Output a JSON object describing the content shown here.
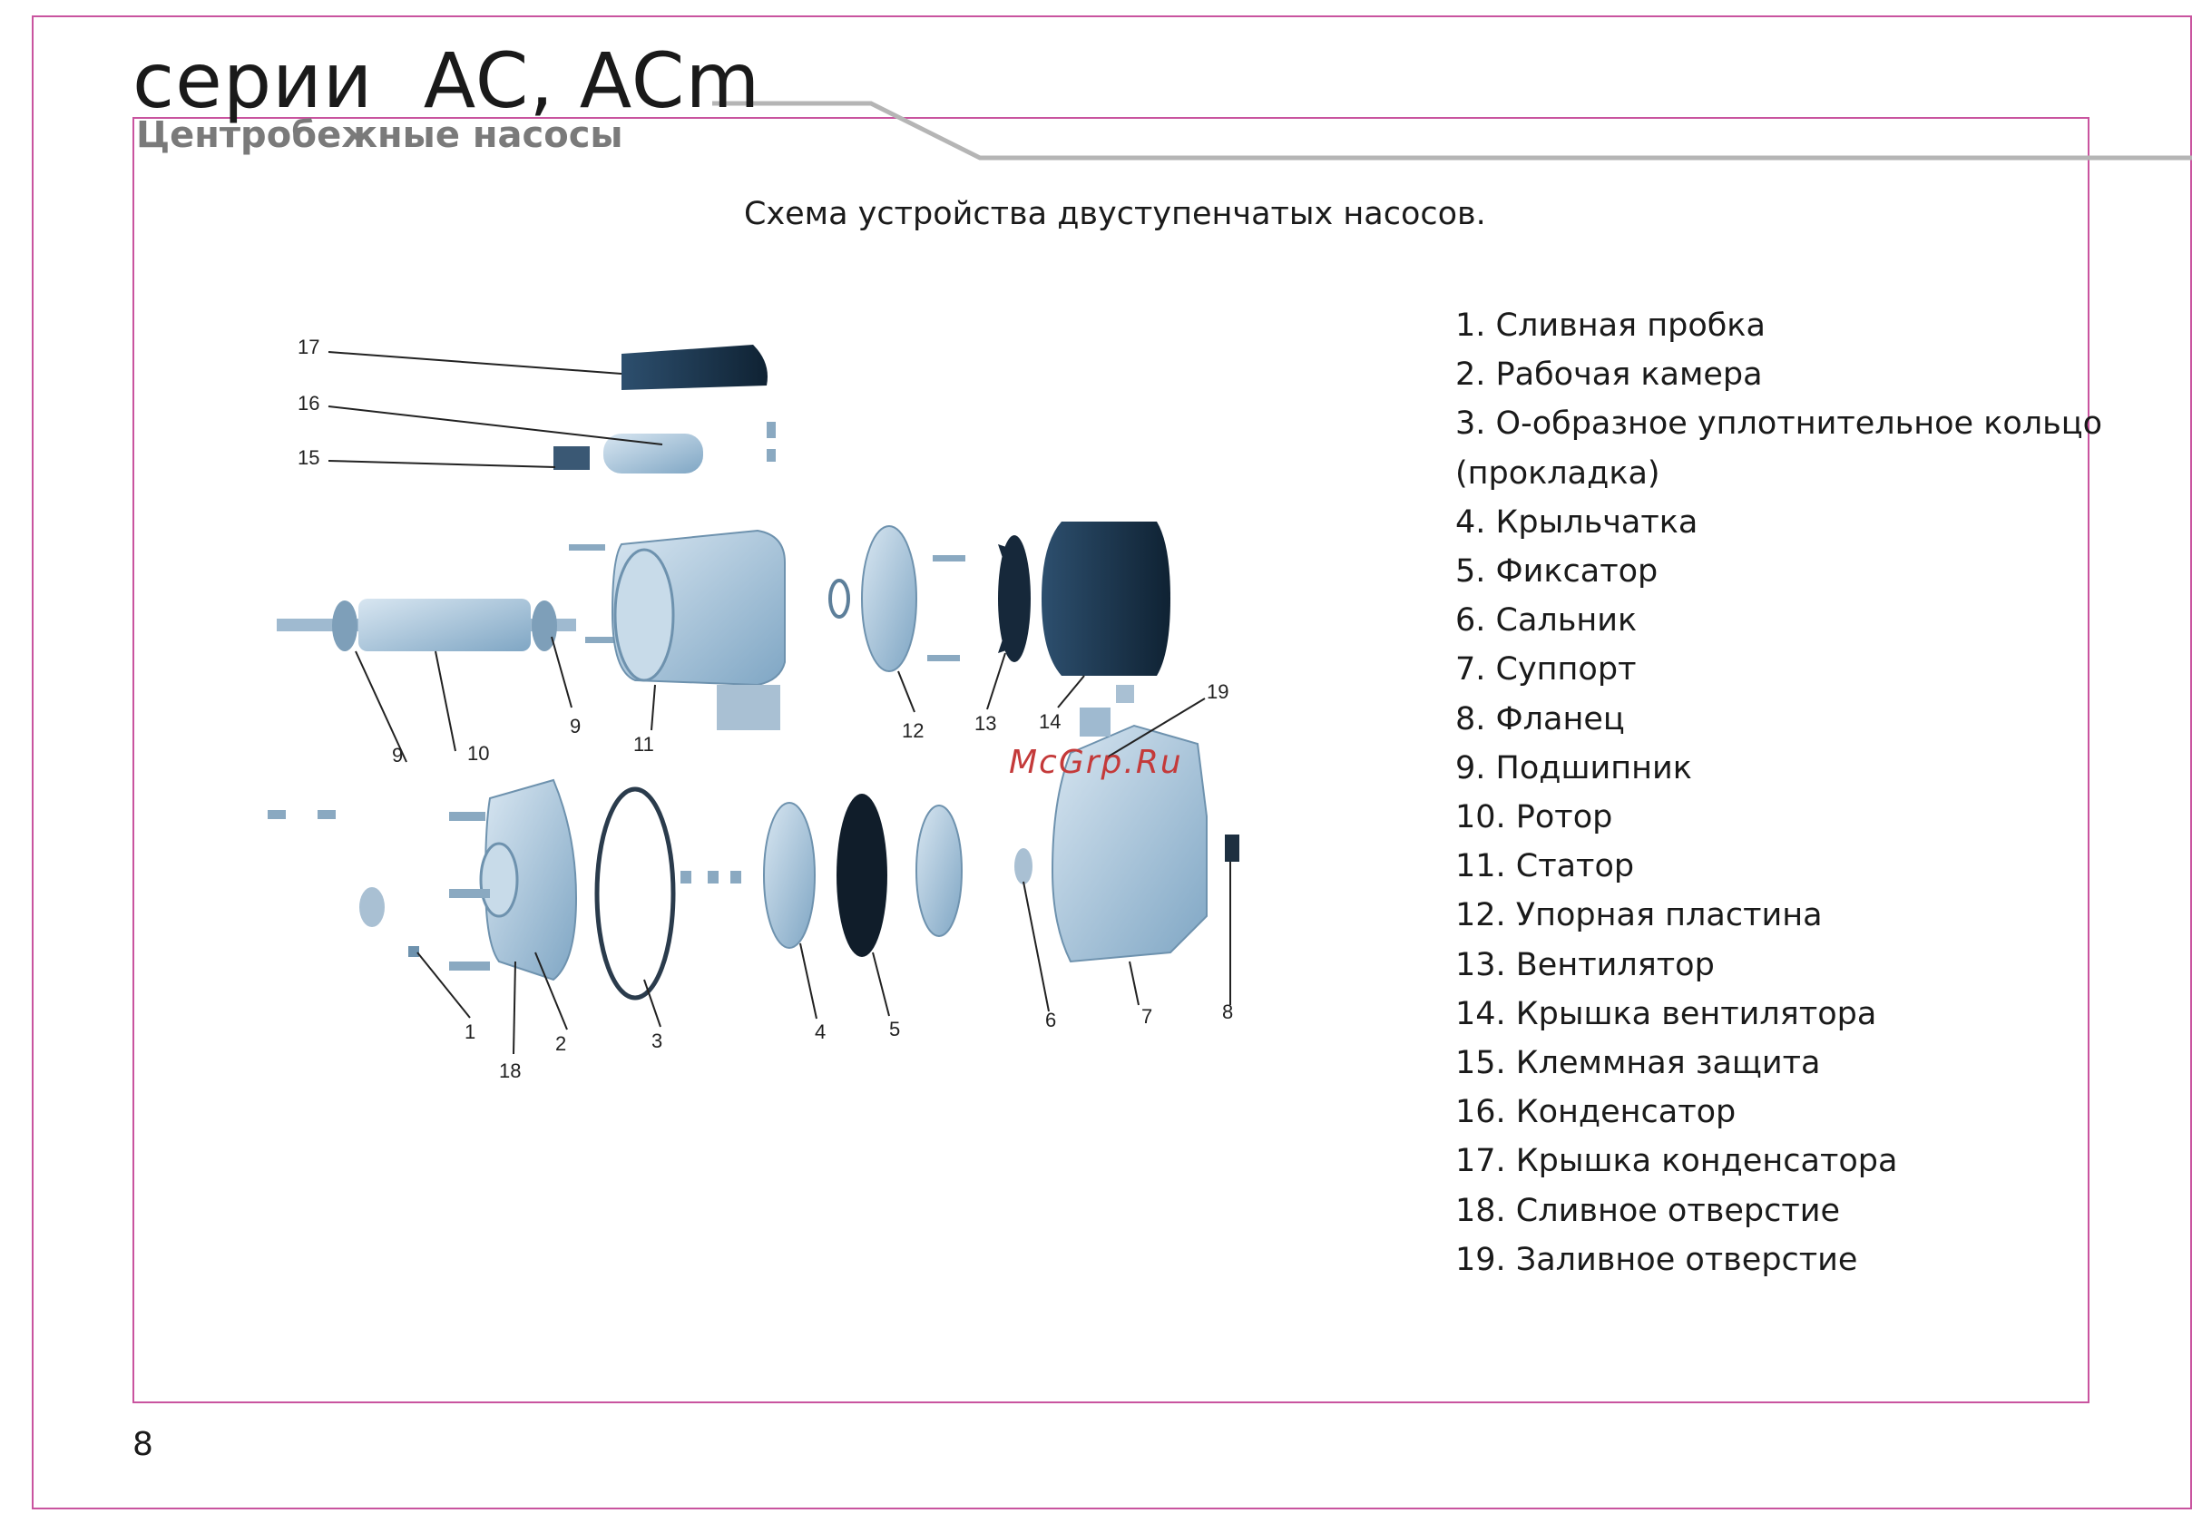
{
  "header": {
    "title": "серии  AC, ACm",
    "subtitle": "Центробежные насосы"
  },
  "caption": "Схема устройства двуступенчатых насосов.",
  "watermark": "McGrp.Ru",
  "page_number": "8",
  "diagram_labels": {
    "l17": "17",
    "l16": "16",
    "l15": "15",
    "l9a": "9",
    "l10": "10",
    "l9b": "9",
    "l11": "11",
    "l12": "12",
    "l13": "13",
    "l14": "14",
    "l19": "19",
    "l1": "1",
    "l18": "18",
    "l2": "2",
    "l3": "3",
    "l4": "4",
    "l5": "5",
    "l6": "6",
    "l7": "7",
    "l8": "8"
  },
  "parts": [
    "1. Сливная пробка",
    "2. Рабочая камера",
    "3. О-образное уплотнительное кольцо",
    "(прокладка)",
    "4. Крыльчатка",
    "5. Фиксатор",
    "6. Сальник",
    "7. Суппорт",
    "8. Фланец",
    "9. Подшипник",
    "10. Ротор",
    "11. Статор",
    "12. Упорная пластина",
    "13. Вентилятор",
    "14. Крышка вентилятора",
    "15. Клеммная защита",
    "16. Конденсатор",
    "17. Крышка конденсатора",
    "18. Сливное отверстие",
    "19. Заливное отверстие"
  ]
}
